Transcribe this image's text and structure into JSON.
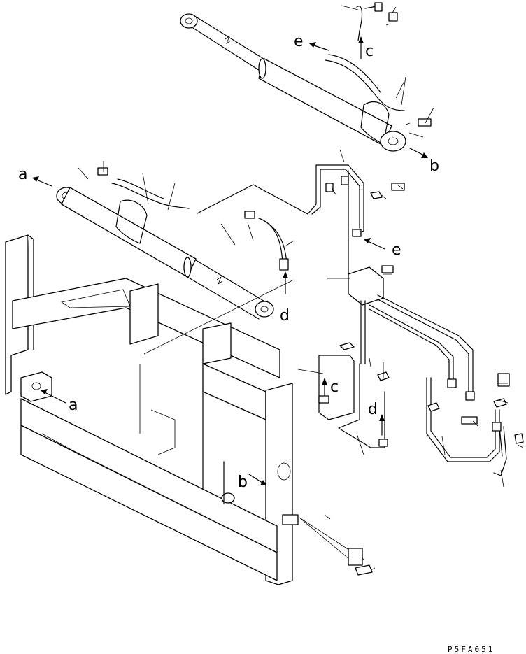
{
  "labels": {
    "a_left": "a",
    "a_frame": "a",
    "b_right": "b",
    "b_frame": "b",
    "c_top": "c",
    "c_lower": "c",
    "d_mid": "d",
    "d_lower": "d",
    "e_top": "e",
    "e_mid": "e"
  },
  "drawing_code": "P5FA051"
}
